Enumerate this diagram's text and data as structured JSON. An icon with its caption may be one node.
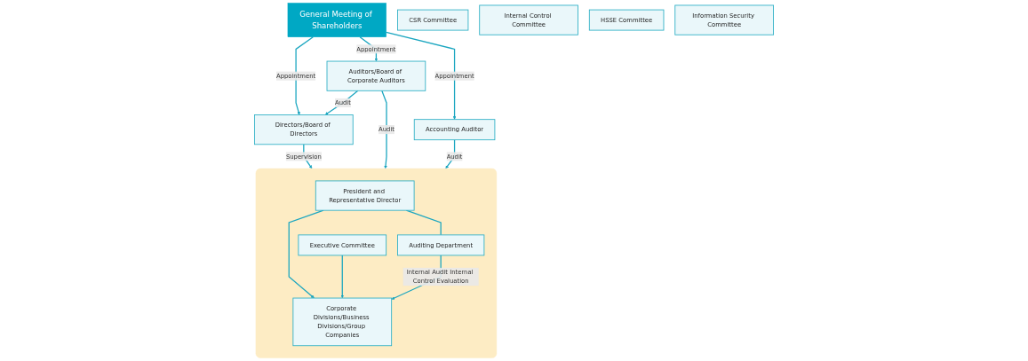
{
  "diagram": {
    "nodes": [
      {
        "text": [
          "General Meeting of Shareholders"
        ]
      },
      {
        "text": [
          "Directors/Board of Directors"
        ]
      },
      {
        "text": [
          "Auditors/Board of Corporate Auditors"
        ]
      },
      {
        "text": [
          "CSR Committee"
        ]
      },
      {
        "text": [
          "Internal Control Committee"
        ]
      },
      {
        "text": [
          "HSSE Committee"
        ]
      },
      {
        "text": [
          "Information Security Committee"
        ]
      },
      {
        "text": [],
        "shape": "box"
      },
      {
        "text": [
          "President and Representative Director"
        ],
        "in": 7
      },
      {
        "text": [
          "Executive Committee"
        ],
        "in": 7
      },
      {
        "text": [
          "Auditing Department"
        ],
        "in": 7
      },
      {
        "text": [
          "Corporate Divisions/Business Divisions/Group Companies"
        ],
        "in": 7
      },
      {
        "text": [
          "Accounting Auditor"
        ]
      }
    ],
    "edges": [
      {
        "from": 0,
        "to": 1,
        "arrow": "to",
        "label": "Appointment"
      },
      {
        "from": 0,
        "to": 2,
        "arrow": "to",
        "label": "Appointment"
      },
      {
        "from": 0,
        "to": 12,
        "arrow": "to",
        "label": "Appointment"
      },
      {
        "from": 2,
        "to": 1,
        "arrow": "to",
        "label": "Audit"
      },
      {
        "from": 1,
        "to": 7,
        "arrow": "to",
        "label": "Supervision"
      },
      {
        "from": 2,
        "to": 7,
        "arrow": "to",
        "label": "Audit"
      },
      {
        "from": 12,
        "to": 7,
        "arrow": "to",
        "label": "Audit"
      },
      {
        "from": 8,
        "to": 11,
        "arrow": "to"
      },
      {
        "from": 9,
        "to": 11,
        "arrow": "to"
      },
      {
        "from": 8,
        "to": 10,
        "arrow": "none"
      },
      {
        "from": 10,
        "to": 11,
        "arrow": "to",
        "label": "Internal Audit Internal Control Evaluation"
      }
    ]
  }
}
